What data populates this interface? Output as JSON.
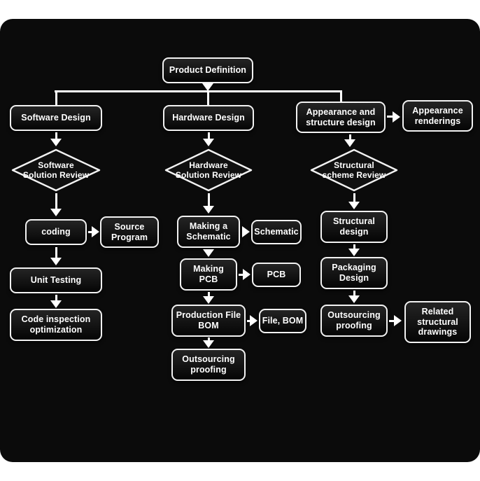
{
  "diagram": {
    "title_node": "Product Definition",
    "nodes": {
      "product_definition": "Product Definition",
      "software_design": "Software Design",
      "hardware_design": "Hardware Design",
      "appearance_structure_design": "Appearance and\nstructure design",
      "appearance_renderings": "Appearance\nrenderings",
      "software_solution_review": "Software\nSolution Review",
      "hardware_solution_review": "Hardware\nSolution Review",
      "structural_scheme_review": "Structural\nscheme Review",
      "coding": "coding",
      "source_program": "Source\nProgram",
      "making_a_schematic": "Making a\nSchematic",
      "schematic": "Schematic",
      "structural_design": "Structural\ndesign",
      "unit_testing": "Unit Testing",
      "making_pcb": "Making\nPCB",
      "pcb": "PCB",
      "packaging_design": "Packaging\nDesign",
      "code_inspection_optimization": "Code inspection\noptimization",
      "production_file_bom": "Production File\nBOM",
      "file_bom": "File, BOM",
      "outsourcing_proofing_structural": "Outsourcing\nproofing",
      "related_structural_drawings": "Related\nstructural\ndrawings",
      "outsourcing_proofing_hardware": "Outsourcing\nproofing"
    },
    "edges": [
      {
        "from": "product_definition",
        "to": "software_design"
      },
      {
        "from": "product_definition",
        "to": "hardware_design"
      },
      {
        "from": "product_definition",
        "to": "appearance_structure_design"
      },
      {
        "from": "appearance_structure_design",
        "to": "appearance_renderings"
      },
      {
        "from": "software_design",
        "to": "software_solution_review"
      },
      {
        "from": "software_solution_review",
        "to": "coding"
      },
      {
        "from": "coding",
        "to": "source_program"
      },
      {
        "from": "coding",
        "to": "unit_testing"
      },
      {
        "from": "unit_testing",
        "to": "code_inspection_optimization"
      },
      {
        "from": "hardware_design",
        "to": "hardware_solution_review"
      },
      {
        "from": "hardware_solution_review",
        "to": "making_a_schematic"
      },
      {
        "from": "making_a_schematic",
        "to": "schematic"
      },
      {
        "from": "making_a_schematic",
        "to": "making_pcb"
      },
      {
        "from": "making_pcb",
        "to": "pcb"
      },
      {
        "from": "making_pcb",
        "to": "production_file_bom"
      },
      {
        "from": "production_file_bom",
        "to": "file_bom"
      },
      {
        "from": "production_file_bom",
        "to": "outsourcing_proofing_hardware"
      },
      {
        "from": "appearance_structure_design",
        "to": "structural_scheme_review"
      },
      {
        "from": "structural_scheme_review",
        "to": "structural_design"
      },
      {
        "from": "structural_design",
        "to": "packaging_design"
      },
      {
        "from": "packaging_design",
        "to": "outsourcing_proofing_structural"
      },
      {
        "from": "outsourcing_proofing_structural",
        "to": "related_structural_drawings"
      }
    ],
    "colors": {
      "page_background": "#ffffff",
      "panel_background": "#0b0b0b",
      "node_border": "#f2f2f2",
      "node_text": "#ffffff",
      "connector": "#ffffff"
    }
  }
}
